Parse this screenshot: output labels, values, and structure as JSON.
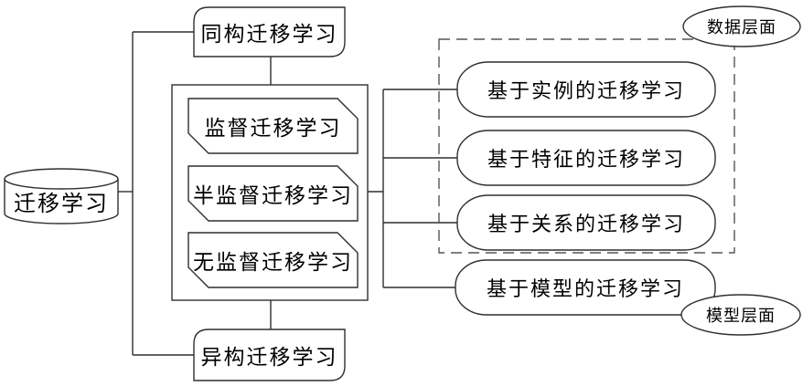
{
  "diagram": {
    "title": "transfer learning taxonomy diagram",
    "root": {
      "label": "迁移学习",
      "shape": "cylinder"
    },
    "structure_nodes": {
      "homogeneous": {
        "label": "同构迁移学习"
      },
      "heterogeneous": {
        "label": "异构迁移学习"
      }
    },
    "supervision_group": {
      "items": [
        {
          "label": "监督迁移学习"
        },
        {
          "label": "半监督迁移学习"
        },
        {
          "label": "无监督迁移学习"
        }
      ]
    },
    "approach_nodes": [
      {
        "label": "基于实例的迁移学习",
        "group": "数据层面"
      },
      {
        "label": "基于特征的迁移学习",
        "group": "数据层面"
      },
      {
        "label": "基于关系的迁移学习",
        "group": "数据层面"
      },
      {
        "label": "基于模型的迁移学习",
        "group": "模型层面"
      }
    ],
    "level_labels": {
      "data_level": "数据层面",
      "model_level": "模型层面"
    },
    "colors": {
      "stroke": "#2f2f2f",
      "dashed_stroke": "#555555",
      "background": "#ffffff",
      "text": "#000000"
    }
  }
}
